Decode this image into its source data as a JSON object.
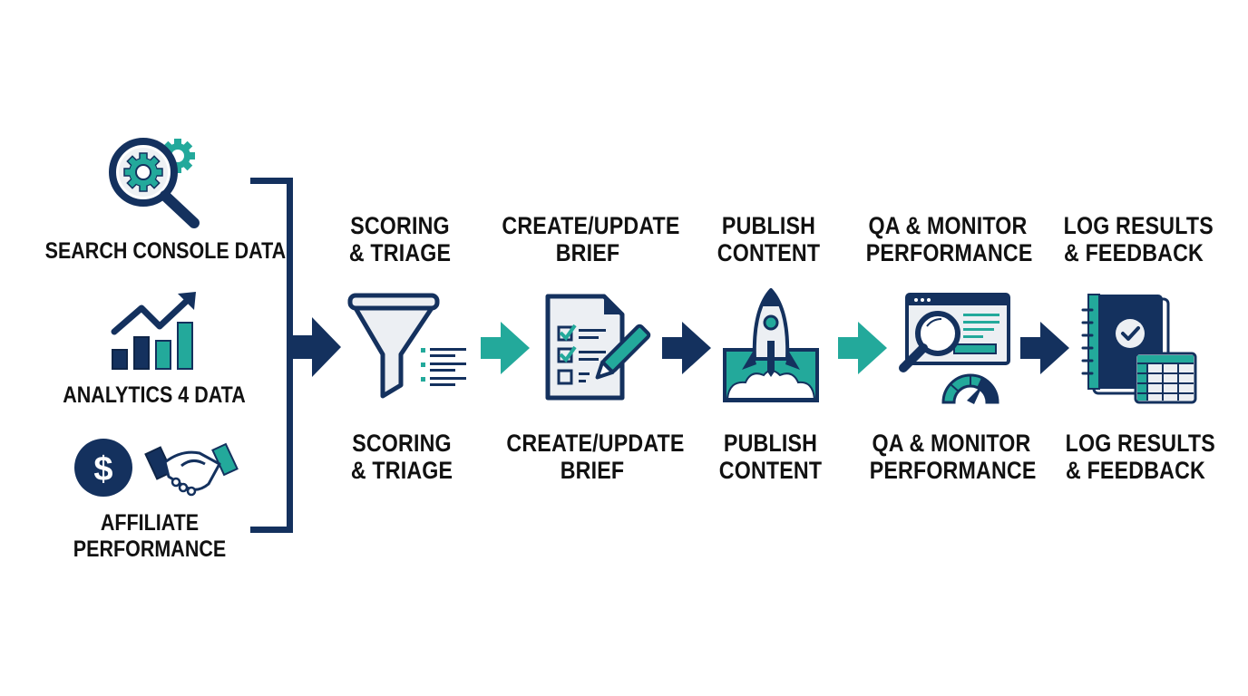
{
  "colors": {
    "navy": "#14315e",
    "teal": "#23a99b",
    "light_gray": "#eceff3",
    "text": "#111111",
    "background": "#ffffff"
  },
  "sources": [
    {
      "label": "SEARCH CONSOLE DATA",
      "icon": "magnifier-gears-icon"
    },
    {
      "label": "ANALYTICS 4 DATA",
      "icon": "growth-bar-chart-icon"
    },
    {
      "label_line1": "AFFILIATE",
      "label_line2": "PERFORMANCE",
      "icon": "dollar-handshake-icon"
    }
  ],
  "steps": [
    {
      "line1": "SCORING",
      "line2": "& TRIAGE",
      "icon": "funnel-list-icon"
    },
    {
      "line1": "CREATE/UPDATE",
      "line2": "BRIEF",
      "icon": "checklist-pencil-icon"
    },
    {
      "line1": "PUBLISH",
      "line2": "CONTENT",
      "icon": "rocket-launch-icon"
    },
    {
      "line1": "QA & MONITOR",
      "line2": "PERFORMANCE",
      "icon": "browser-magnifier-gauge-icon"
    },
    {
      "line1": "LOG RESULTS",
      "line2": "& FEEDBACK",
      "icon": "notebook-spreadsheet-icon"
    }
  ],
  "arrows": [
    {
      "from": "sources",
      "to": "SCORING & TRIAGE",
      "color": "navy"
    },
    {
      "from": "SCORING & TRIAGE",
      "to": "CREATE/UPDATE BRIEF",
      "color": "teal"
    },
    {
      "from": "CREATE/UPDATE BRIEF",
      "to": "PUBLISH CONTENT",
      "color": "navy"
    },
    {
      "from": "PUBLISH CONTENT",
      "to": "QA & MONITOR PERFORMANCE",
      "color": "teal"
    },
    {
      "from": "QA & MONITOR PERFORMANCE",
      "to": "LOG RESULTS & FEEDBACK",
      "color": "navy"
    }
  ]
}
